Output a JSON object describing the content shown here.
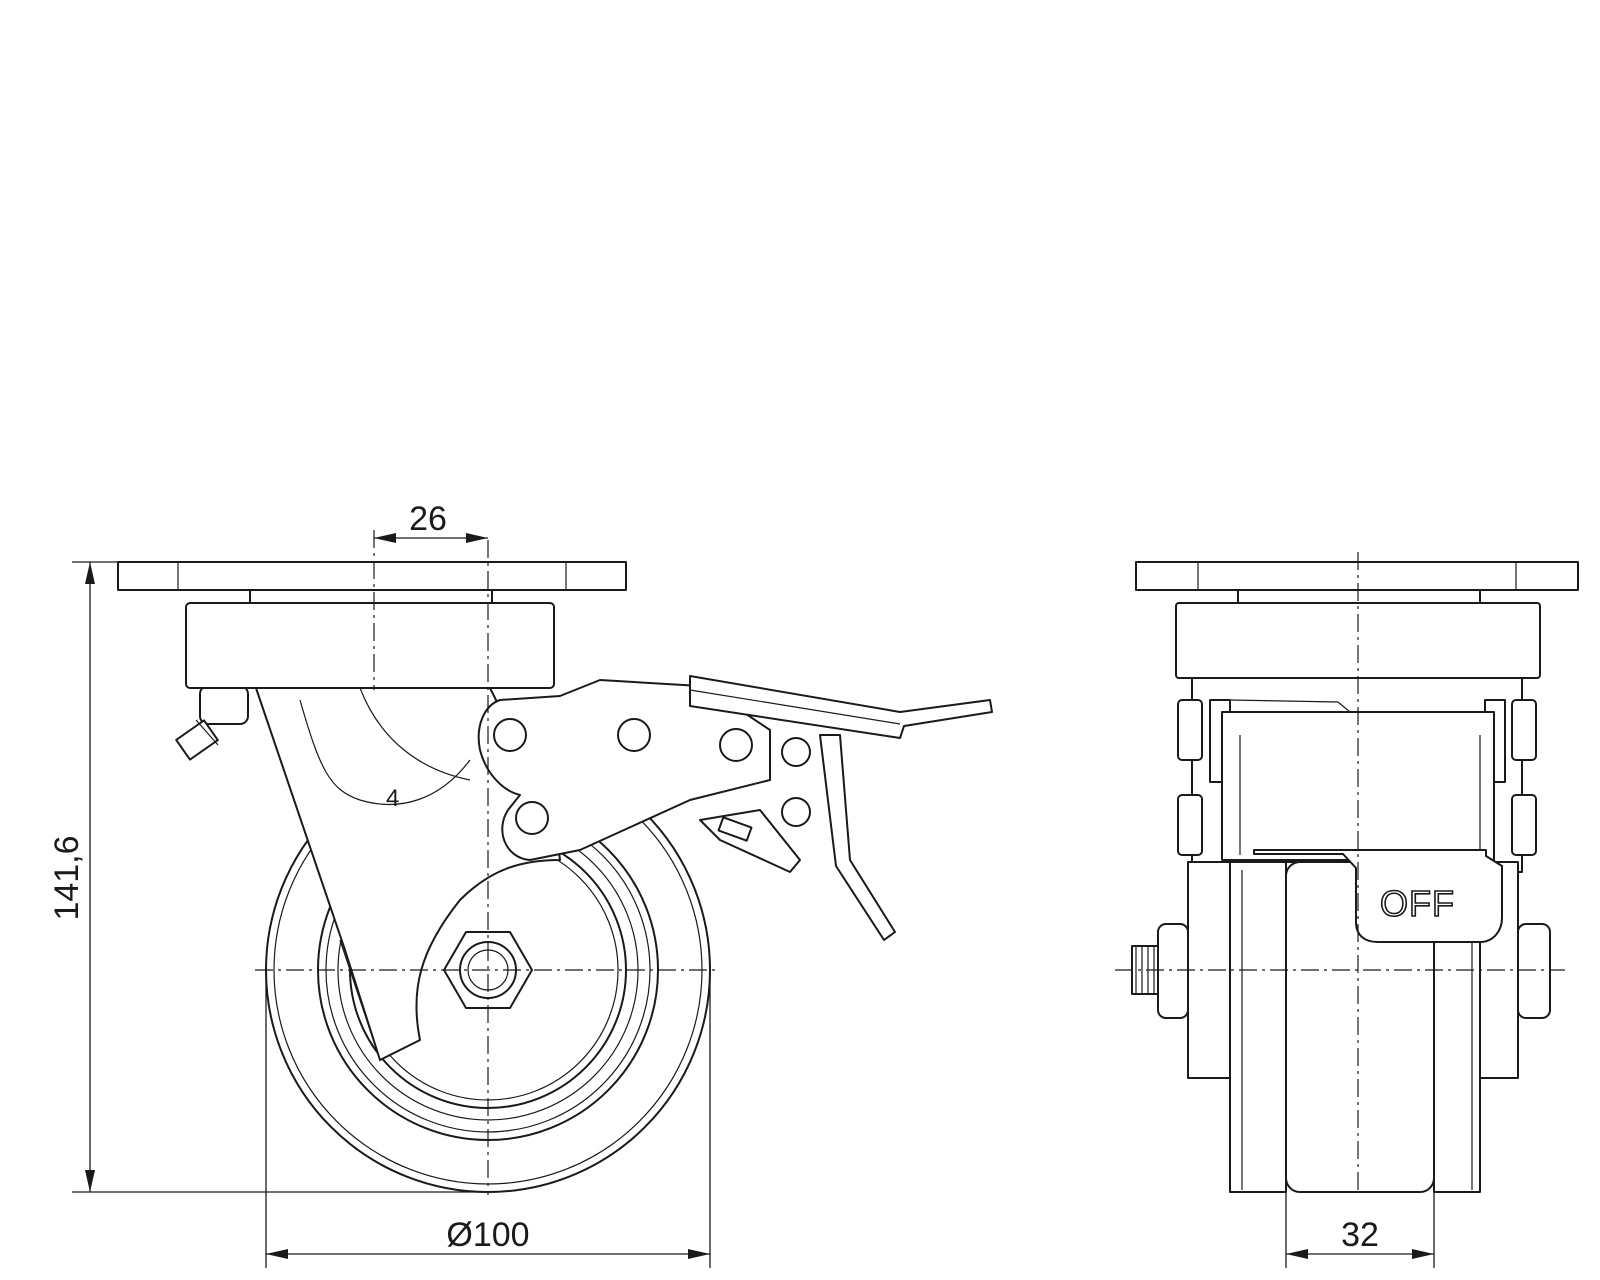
{
  "dimensions": {
    "offset": "26",
    "height": "141,6",
    "wheel_diameter": "Ø100",
    "wheel_width": "32"
  },
  "labels": {
    "brake_state": "OFF",
    "part_number": "4"
  },
  "colors": {
    "line": "#1a1a1a",
    "background": "#ffffff"
  }
}
